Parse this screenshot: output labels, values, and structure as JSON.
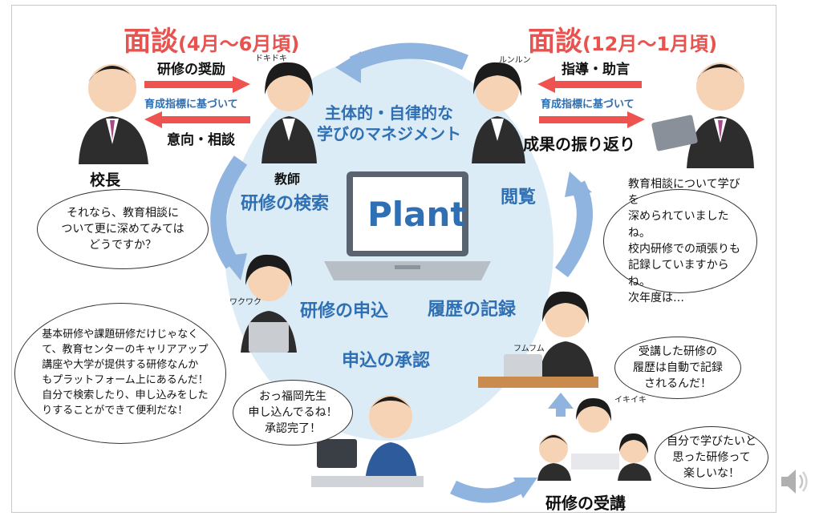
{
  "titles": {
    "left_main": "面談",
    "left_paren": "(4月～6月頃)",
    "right_main": "面談",
    "right_paren": "(12月～1月頃)"
  },
  "top_left": {
    "encourage": "研修の奨励",
    "guideline": "育成指標に基づいて",
    "intention": "意向・相談",
    "principal": "校長",
    "teacher": "教師",
    "dokidoki": "ドキドキ"
  },
  "top_right": {
    "guidance": "指導・助言",
    "guideline": "育成指標に基づいて",
    "reflection": "成果の振り返り",
    "runrun": "ルンルン"
  },
  "center": {
    "management": "主体的・自律的な\n学びのマネジメント",
    "search": "研修の検索",
    "view": "閲覧",
    "app": "Plant",
    "apply": "研修の申込",
    "record": "履歴の記録",
    "approval": "申込の承認",
    "attend": "研修の受講"
  },
  "small_labels": {
    "wakuwaku": "ワクワク",
    "fumufumu": "フムフム",
    "ikiiki": "イキイキ"
  },
  "bubbles": {
    "principal": "それなら、教育相談に\nついて更に深めてみては\nどうですか？",
    "reviewer": "教育相談について学びを\n深められていましたね。\n校内研修での頑張りも\n記録していますからね。\n次年度は…",
    "teacher_search": "基本研修や課題研修だけじゃなく\nて、教育センターのキャリアアップ\n講座や大学が提供する研修なんか\nもプラットフォーム上にあるんだ！\n自分で検索したり、申し込みをした\nりすることができて便利だな！",
    "approver": "おっ福岡先生\n申し込んでるね！\n承認完了！",
    "auto_record": "受講した研修の\n履歴は自動で記録\nされるんだ！",
    "enjoy": "自分で学びたいと\n思った研修って\n楽しいな！"
  },
  "colors": {
    "title_red": "#e8524f",
    "blue_text": "#2f6fb3",
    "arrow_red": "#ef5350",
    "circle": "#dcecf6",
    "cycle_arrow": "#8fb4df"
  }
}
